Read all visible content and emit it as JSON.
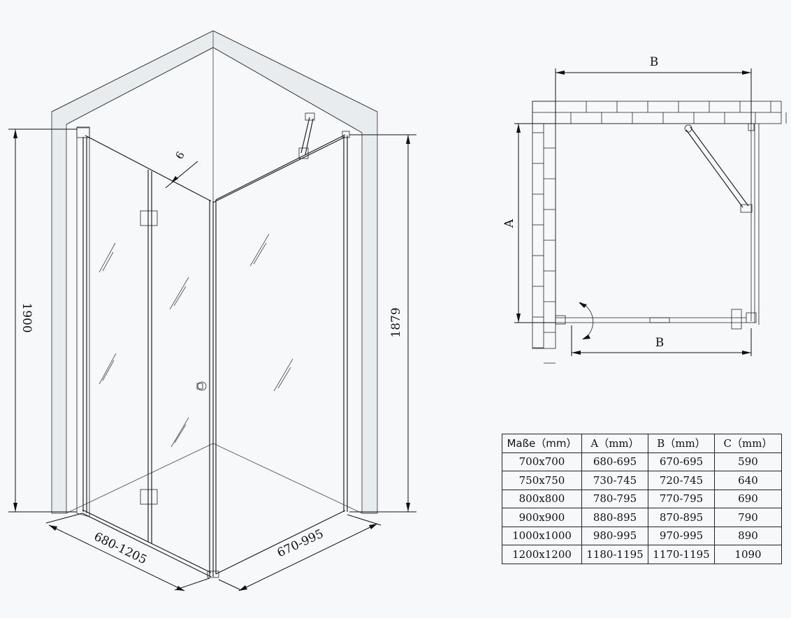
{
  "perspective": {
    "height_left": "1900",
    "height_right": "1879",
    "door_width_range": "680-1205",
    "side_width_range": "670-995",
    "profile_width": "6"
  },
  "plan": {
    "top_label": "B",
    "side_label": "A",
    "bottom_label": "B"
  },
  "table": {
    "headers": [
      "Maße（mm）",
      "A（mm）",
      "B（mm）",
      "C（mm）"
    ],
    "rows": [
      [
        "700x700",
        "680-695",
        "670-695",
        "590"
      ],
      [
        "750x750",
        "730-745",
        "720-745",
        "640"
      ],
      [
        "800x800",
        "780-795",
        "770-795",
        "690"
      ],
      [
        "900x900",
        "880-895",
        "870-895",
        "790"
      ],
      [
        "1000x1000",
        "980-995",
        "970-995",
        "890"
      ],
      [
        "1200x1200",
        "1180-1195",
        "1170-1195",
        "1090"
      ]
    ]
  }
}
